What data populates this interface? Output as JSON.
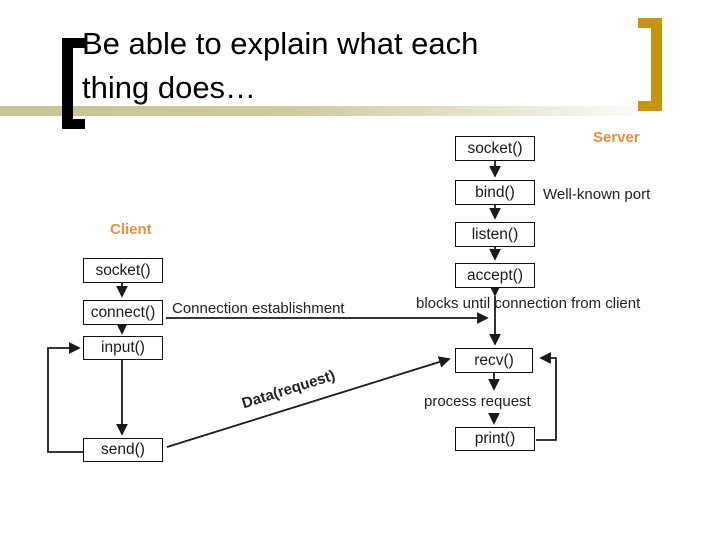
{
  "title": {
    "line1": "Be able to explain what each",
    "line2": "thing does…"
  },
  "colors": {
    "accent_orange": "#e8913c",
    "bracket_gold": "#c8940f",
    "band_tan": "#c9c396",
    "line_black": "#1a1a1a"
  },
  "client": {
    "label": "Client",
    "boxes": [
      {
        "label": "socket()"
      },
      {
        "label": "connect()"
      },
      {
        "label": "input()"
      },
      {
        "label": "send()"
      }
    ]
  },
  "server": {
    "label": "Server",
    "boxes": [
      {
        "label": "socket()"
      },
      {
        "label": "bind()"
      },
      {
        "label": "listen()"
      },
      {
        "label": "accept()"
      },
      {
        "label": "recv()"
      },
      {
        "label": "print()"
      }
    ]
  },
  "annotations": {
    "well_known_port": "Well-known port",
    "connection_establishment": "Connection establishment",
    "blocks_until": "blocks until connection from client",
    "data_request": "Data(request)",
    "process_request": "process request"
  }
}
